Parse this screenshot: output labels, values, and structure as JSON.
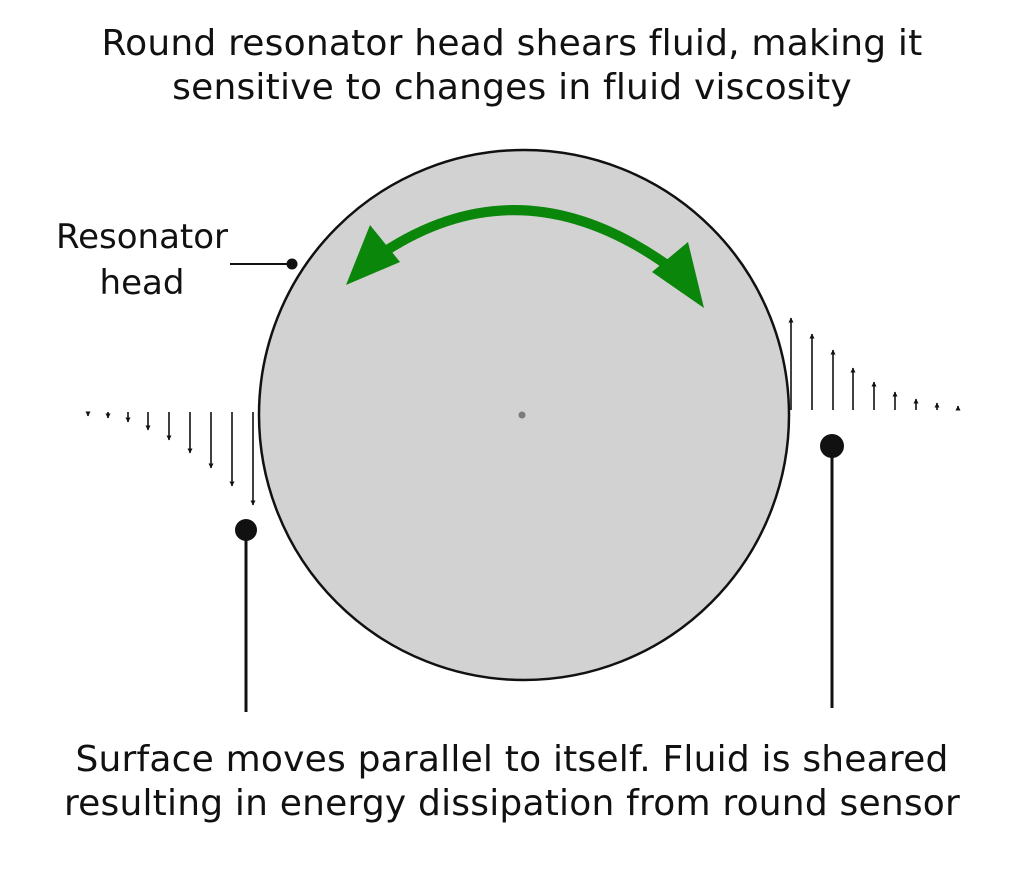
{
  "header": {
    "line1": "Round resonator head shears fluid, making it",
    "line2": "sensitive to changes in fluid viscosity"
  },
  "labels": {
    "resonator_line1": "Resonator",
    "resonator_line2": "head"
  },
  "footer": {
    "line1": "Surface moves parallel to itself. Fluid is sheared",
    "line2": "resulting in energy dissipation from round sensor"
  },
  "colors": {
    "head_fill": "#d2d2d2",
    "head_stroke": "#111111",
    "motion_arrow": "#0a860a",
    "ink": "#111111"
  },
  "icons": {
    "motion": "double-headed-curved-arrow-icon",
    "velocity": "velocity-arrow-icon",
    "support": "support-pin-icon"
  }
}
